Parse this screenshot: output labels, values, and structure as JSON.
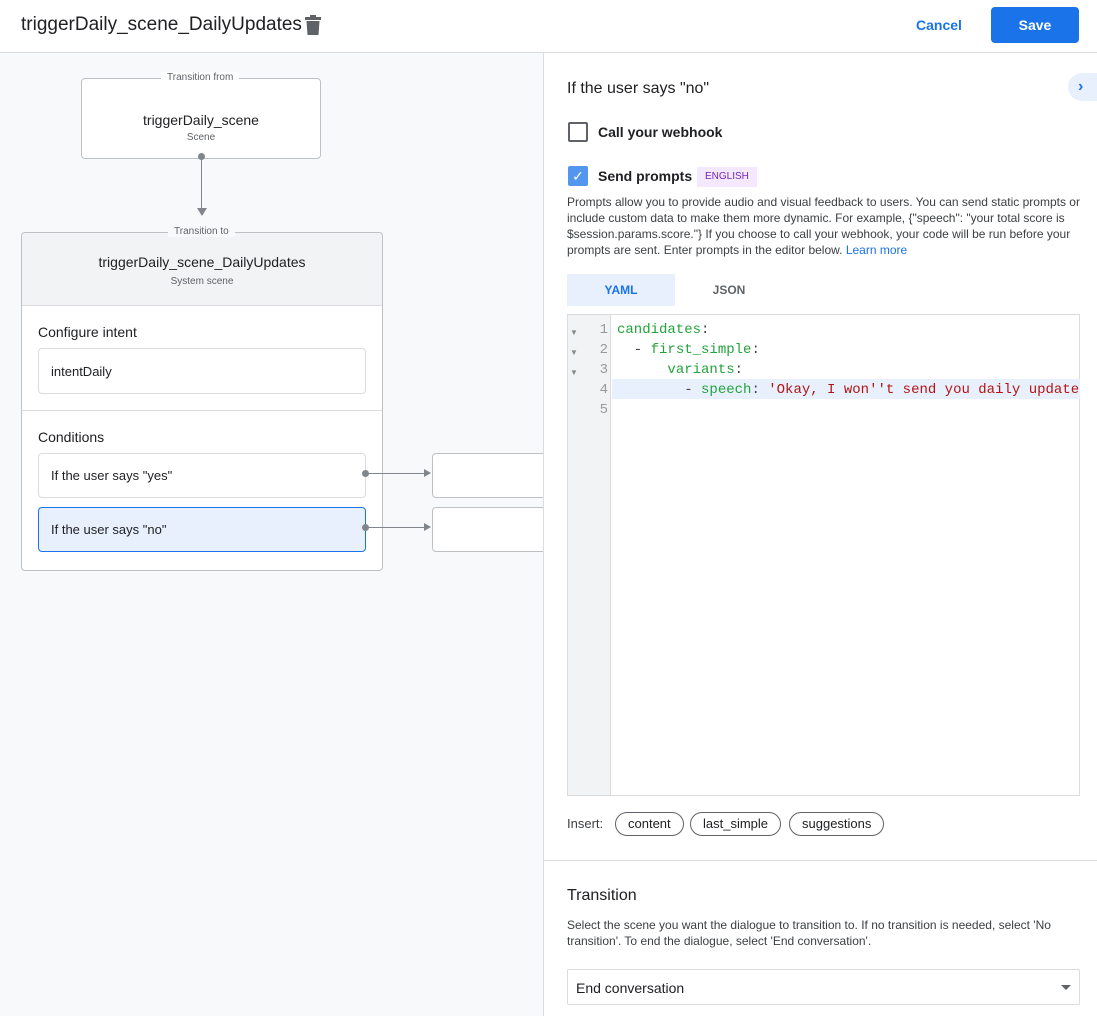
{
  "header": {
    "title": "triggerDaily_scene_DailyUpdates",
    "cancel": "Cancel",
    "save": "Save",
    "primary_color": "#1a73e8"
  },
  "canvas": {
    "from": {
      "label": "Transition from",
      "name": "triggerDaily_scene",
      "type": "Scene"
    },
    "to": {
      "label": "Transition to",
      "name": "triggerDaily_scene_DailyUpdates",
      "type": "System scene"
    },
    "intent_heading": "Configure intent",
    "intent": "intentDaily",
    "conditions_heading": "Conditions",
    "conditions": [
      "If the user says \"yes\"",
      "If the user says \"no\""
    ]
  },
  "panel": {
    "heading": "If the user says \"no\"",
    "webhook_label": "Call your webhook",
    "webhook_checked": false,
    "prompts_label": "Send prompts",
    "prompts_checked": true,
    "language_badge": "ENGLISH",
    "description": "Prompts allow you to provide audio and visual feedback to users. You can send static prompts or include custom data to make them more dynamic. For example, {\"speech\": \"your total score is $session.params.score.\"} If you choose to call your webhook, your code will be run before your prompts are sent. Enter prompts in the editor below.",
    "learn_more": "Learn more",
    "tabs": [
      "YAML",
      "JSON"
    ],
    "active_tab": "YAML",
    "code": {
      "lines": [
        "1",
        "2",
        "3",
        "4",
        "5"
      ],
      "l1": "candidates",
      "l2": "first_simple",
      "l3": "variants",
      "l4key": "speech",
      "l4val": "'Okay, I won''t send you daily update"
    },
    "insert_label": "Insert:",
    "insert_chips": [
      "content",
      "last_simple",
      "suggestions"
    ],
    "transition_heading": "Transition",
    "transition_desc": "Select the scene you want the dialogue to transition to. If no transition is needed, select 'No transition'. To end the dialogue, select 'End conversation'.",
    "transition_value": "End conversation"
  }
}
